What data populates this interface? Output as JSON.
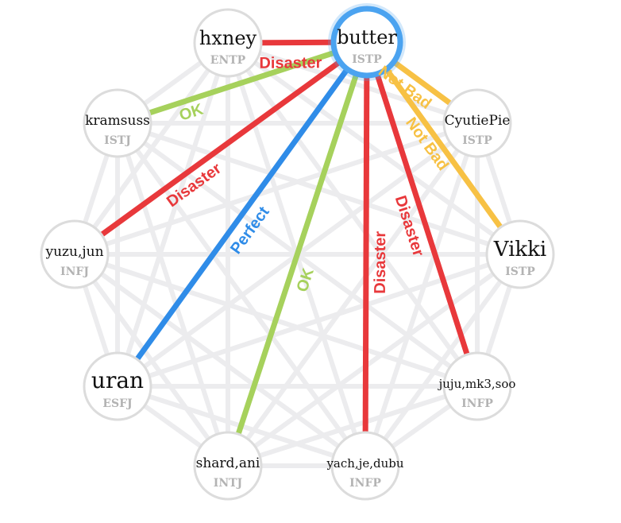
{
  "graph": {
    "center_node": "butter",
    "nodes": [
      {
        "id": "butter",
        "name": "butter",
        "type": "ISTP"
      },
      {
        "id": "hxney",
        "name": "hxney",
        "type": "ENTP"
      },
      {
        "id": "kramsuss",
        "name": "kramsuss",
        "type": "ISTJ"
      },
      {
        "id": "yuzu",
        "name": "yuzu,jun",
        "type": "INFJ"
      },
      {
        "id": "uran",
        "name": "uran",
        "type": "ESFJ"
      },
      {
        "id": "shard",
        "name": "shard,ani",
        "type": "INTJ"
      },
      {
        "id": "yach",
        "name": "yach,je,dubu",
        "type": "INFP"
      },
      {
        "id": "juju",
        "name": "juju,mk3,soo",
        "type": "INFP"
      },
      {
        "id": "vikki",
        "name": "Vikki",
        "type": "ISTP"
      },
      {
        "id": "cyutie",
        "name": "CyutiePie",
        "type": "ISTP"
      }
    ],
    "edges": [
      {
        "from": "butter",
        "to": "hxney",
        "label": "Disaster",
        "category": "disaster"
      },
      {
        "from": "butter",
        "to": "kramsuss",
        "label": "OK",
        "category": "ok"
      },
      {
        "from": "butter",
        "to": "yuzu",
        "label": "Disaster",
        "category": "disaster"
      },
      {
        "from": "butter",
        "to": "uran",
        "label": "Perfect",
        "category": "perfect"
      },
      {
        "from": "butter",
        "to": "shard",
        "label": "OK",
        "category": "ok"
      },
      {
        "from": "butter",
        "to": "yach",
        "label": "Disaster",
        "category": "disaster"
      },
      {
        "from": "butter",
        "to": "juju",
        "label": "Disaster",
        "category": "disaster"
      },
      {
        "from": "butter",
        "to": "vikki",
        "label": "Not Bad",
        "category": "notbad"
      },
      {
        "from": "butter",
        "to": "cyutie",
        "label": "Not Bad",
        "category": "notbad"
      }
    ],
    "colors": {
      "disaster": "#e8383b",
      "ok": "#a6d15c",
      "perfect": "#2f8ce8",
      "notbad": "#f7c144",
      "background_edge": "#ececee",
      "node_border": "#dcdcdc",
      "selected_border": "#4ba3f0"
    }
  }
}
